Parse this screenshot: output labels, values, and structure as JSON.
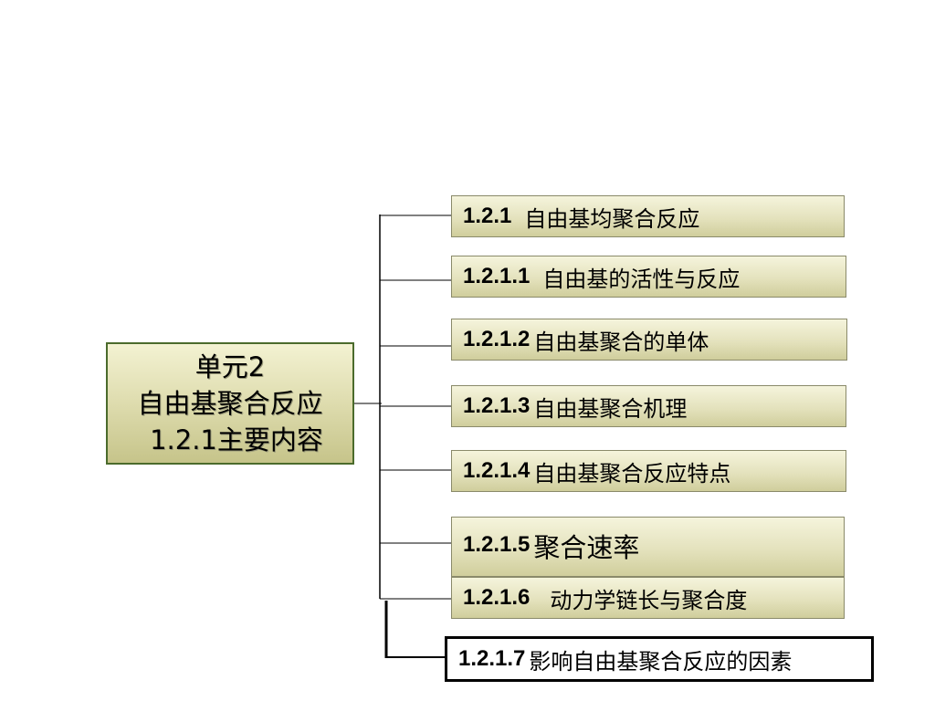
{
  "root": {
    "line1": "单元2",
    "line2": "自由基聚合反应",
    "line3": "1.2.1主要内容"
  },
  "nodes": [
    {
      "num": "1.2.1",
      "text": "自由基均聚合反应"
    },
    {
      "num": "1.2.1.1",
      "text": "自由基的活性与反应"
    },
    {
      "num": "1.2.1.2",
      "text": "自由基聚合的单体"
    },
    {
      "num": "1.2.1.3",
      "text": "自由基聚合机理"
    },
    {
      "num": "1.2.1.4",
      "text": "自由基聚合反应特点"
    },
    {
      "num": "1.2.1.5",
      "text": "聚合速率"
    },
    {
      "num": "1.2.1.6",
      "text": "动力学链长与聚合度"
    },
    {
      "num": "1.2.1.7",
      "text": "影响自由基聚合反应的因素"
    }
  ]
}
